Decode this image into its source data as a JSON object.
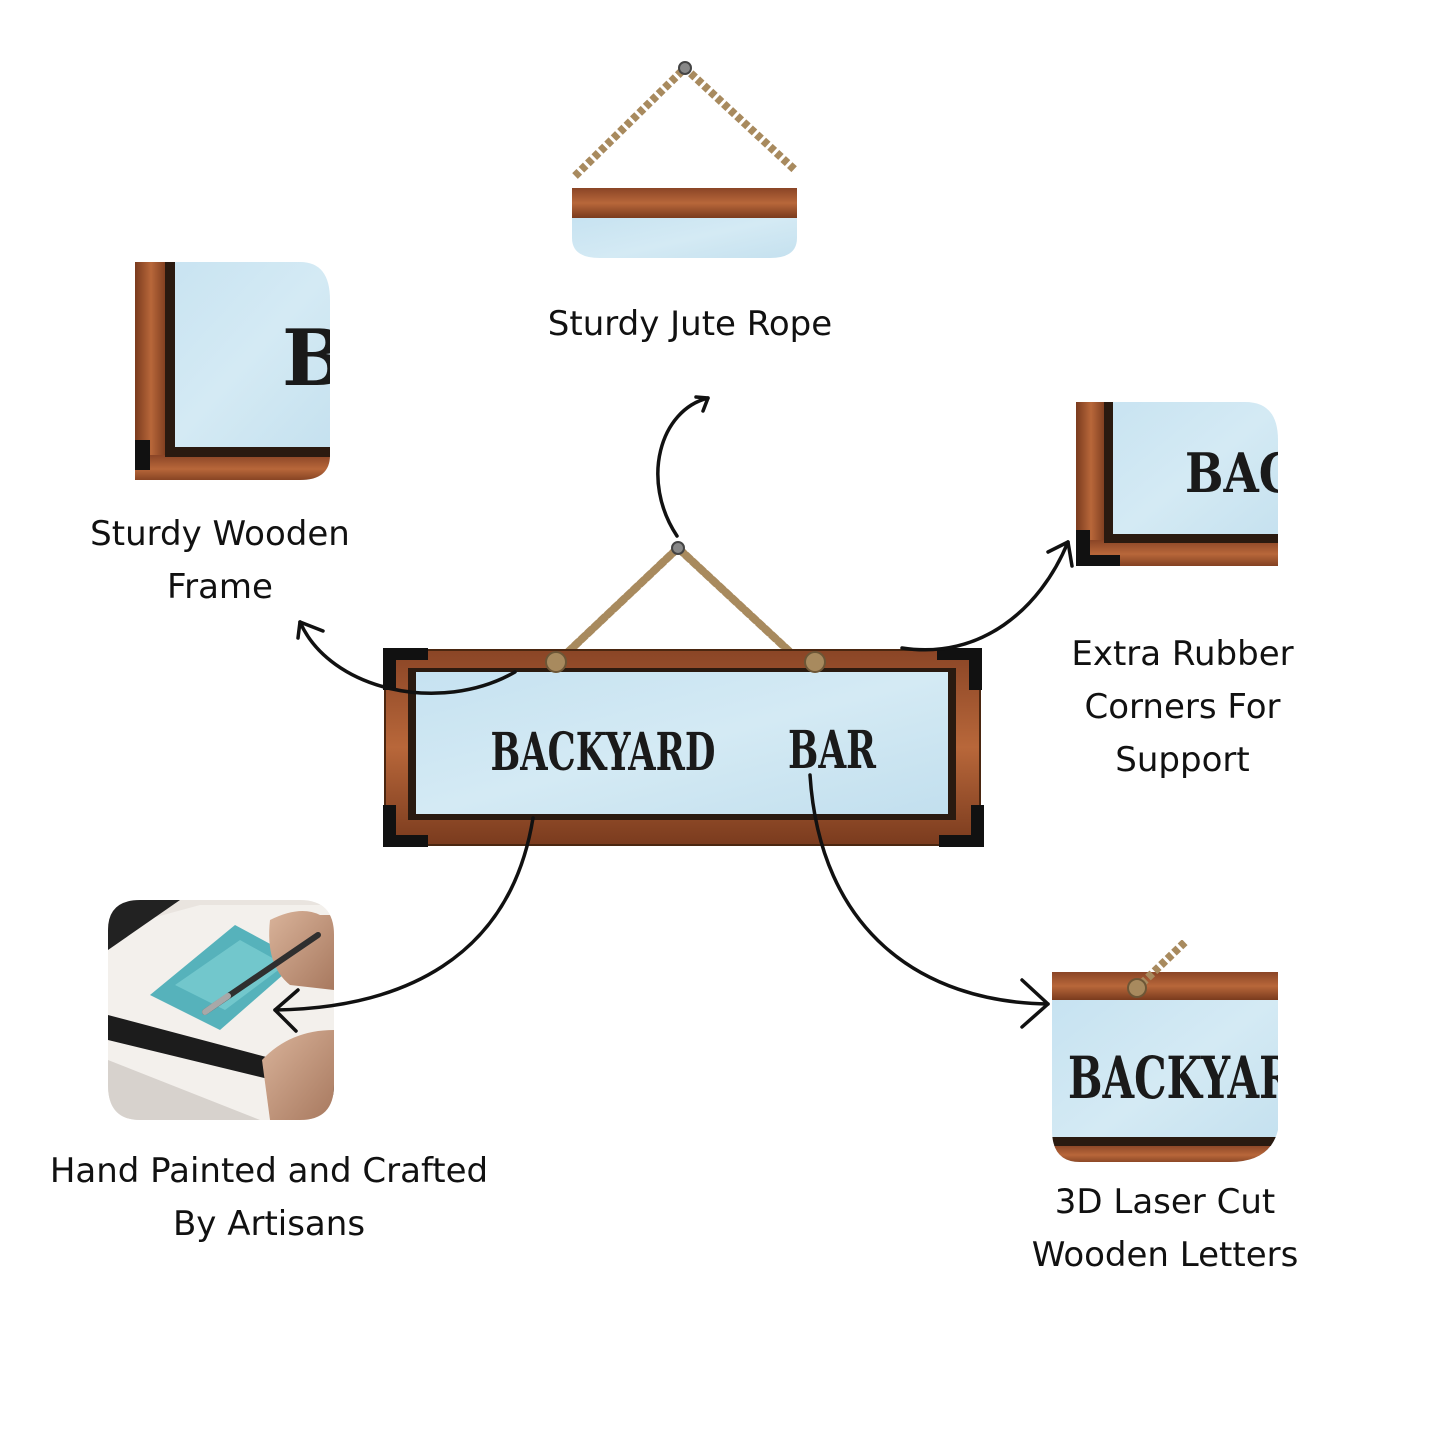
{
  "main_sign": {
    "word1": "BACKYARD",
    "word2": "BAR"
  },
  "features": {
    "rope": {
      "lines": [
        "Sturdy Jute Rope"
      ]
    },
    "frame": {
      "lines": [
        "Sturdy Wooden",
        "Frame"
      ]
    },
    "corners": {
      "lines": [
        "Extra Rubber",
        "Corners For",
        "Support"
      ]
    },
    "painted": {
      "lines": [
        "Hand Painted and Crafted",
        "By Artisans"
      ]
    },
    "letters": {
      "lines": [
        "3D Laser Cut",
        "Wooden Letters"
      ]
    }
  },
  "crops": {
    "frame_crop_text": "B",
    "corner_crop_text": "BAC",
    "letters_crop_text": "BACKYAR"
  },
  "colors": {
    "wood": "#a0522d",
    "wood_dark": "#5a2e14",
    "panel": "#c9e4f2",
    "letter": "#1a1a1a",
    "rope": "#a88a5e",
    "corner": "#111111"
  }
}
